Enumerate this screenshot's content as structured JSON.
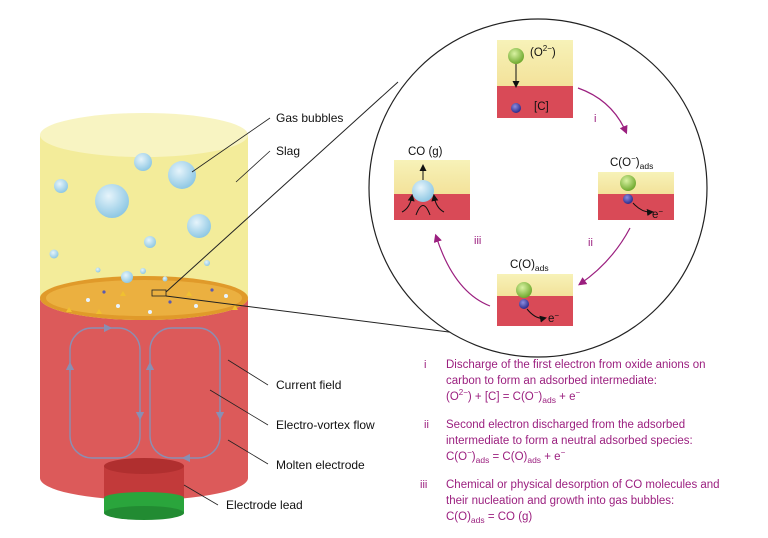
{
  "labels": {
    "gas_bubbles": "Gas bubbles",
    "slag": "Slag",
    "current_field": "Current field",
    "electro_vortex_flow": "Electro-vortex flow",
    "molten_electrode": "Molten electrode",
    "electrode_lead": "Electrode lead"
  },
  "cycle": {
    "top_anion": "(O",
    "top_anion_sup": "2−",
    "top_close": ")",
    "top_carbon": "[C]",
    "right_species": "C(O",
    "right_species_sup": "−",
    "right_species_close": ")",
    "right_species_sub": "ads",
    "right_electron": "e",
    "right_electron_sup": "−",
    "bottom_species": "C(O)",
    "bottom_species_sub": "ads",
    "bottom_electron": "e",
    "bottom_electron_sup": "−",
    "left_species": "CO (g)",
    "arrow_i": "i",
    "arrow_ii": "ii",
    "arrow_iii": "iii"
  },
  "steps": [
    {
      "num": "i",
      "line1": "Discharge of the first electron from oxide anions on",
      "line2": "carbon to form an adsorbed intermediate:",
      "eq_a": "(O",
      "eq_a_sup": "2−",
      "eq_b": ") + [C] = C(O",
      "eq_b_sup": "−",
      "eq_c": ")",
      "eq_c_sub": "ads",
      "eq_d": " + e",
      "eq_d_sup": "−"
    },
    {
      "num": "ii",
      "line1": "Second electron discharged from the adsorbed",
      "line2": "intermediate to form a neutral adsorbed species:",
      "eq_a": "C(O",
      "eq_a_sup": "−",
      "eq_b": ")",
      "eq_b_sub": "ads",
      "eq_c": " = C(O)",
      "eq_c_sub": "ads",
      "eq_d": " + e",
      "eq_d_sup": "−"
    },
    {
      "num": "iii",
      "line1": "Chemical or physical desorption of CO molecules and",
      "line2": "their nucleation and growth into gas bubbles:",
      "eq_a": "C(O)",
      "eq_a_sub": "ads",
      "eq_b": " = CO (g)"
    }
  ],
  "colors": {
    "slag": "#f3ec9a",
    "metal": "#dc5a5a",
    "interface": "#e09a2a",
    "bubble": "#a9d6ec",
    "lead_top": "#c23a3a",
    "lead_green": "#2aa53c",
    "arrow_cycle": "#9b1f7f",
    "text_step": "#9b1f7f",
    "oxygen": "#9acb4a",
    "carbon": "#4a4aa6"
  }
}
